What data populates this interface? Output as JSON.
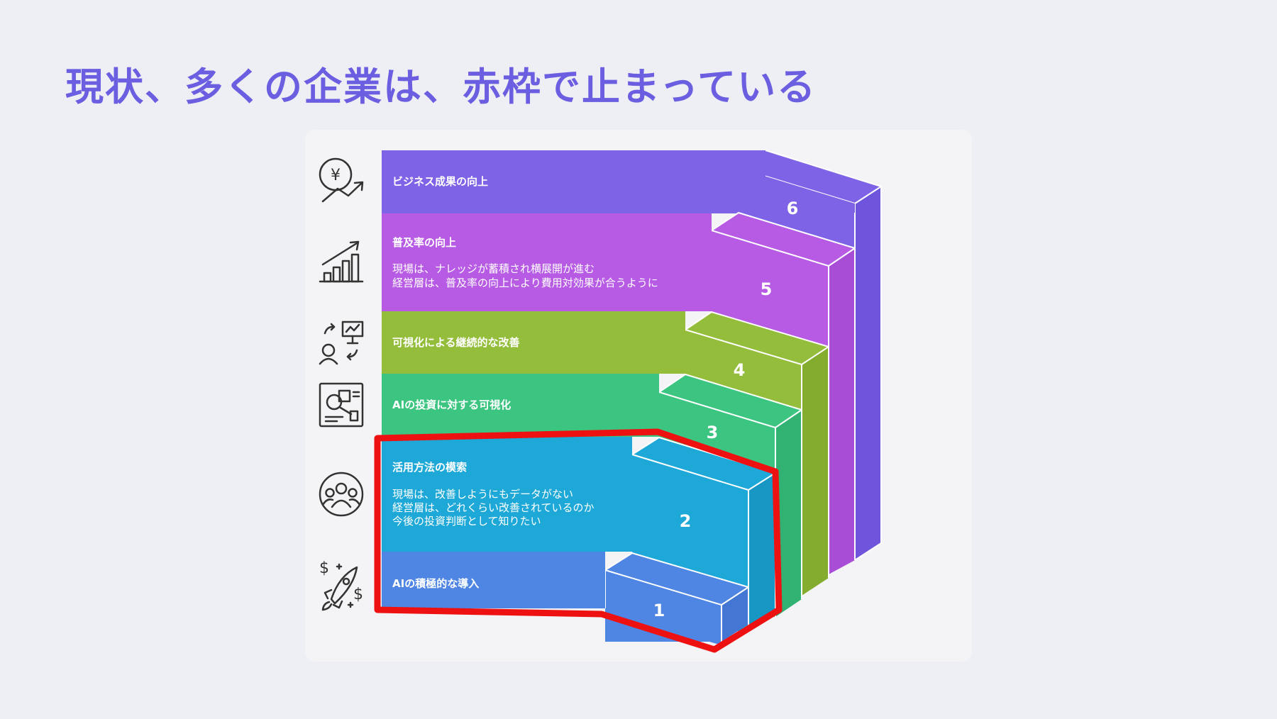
{
  "title": "現状、多くの企業は、赤枠で止まっている",
  "levels": [
    {
      "number": "1",
      "title": "AIの積極的な導入",
      "lines": [],
      "color": "#4f86e3",
      "icon": "rocket-money-icon"
    },
    {
      "number": "2",
      "title": "活用方法の模索",
      "lines": [
        "現場は、改善しようにもデータがない",
        "経営層は、どれくらい改善されているのか",
        "今後の投資判断として知りたい"
      ],
      "color": "#1ea8d8",
      "icon": "team-icon"
    },
    {
      "number": "3",
      "title": "AIの投資に対する可視化",
      "lines": [],
      "color": "#3cc580",
      "icon": "dashboard-icon"
    },
    {
      "number": "4",
      "title": "可視化による継続的な改善",
      "lines": [],
      "color": "#93bd3a",
      "icon": "presentation-cycle-icon"
    },
    {
      "number": "5",
      "title": "普及率の向上",
      "lines": [
        "現場は、ナレッジが蓄積され横展開が進む",
        "経営層は、普及率の向上により費用対効果が合うように"
      ],
      "color": "#b75be4",
      "icon": "bar-growth-icon"
    },
    {
      "number": "6",
      "title": "ビジネス成果の向上",
      "lines": [],
      "color": "#7e63e6",
      "icon": "yen-growth-icon"
    }
  ],
  "highlight_color": "#ee1111"
}
